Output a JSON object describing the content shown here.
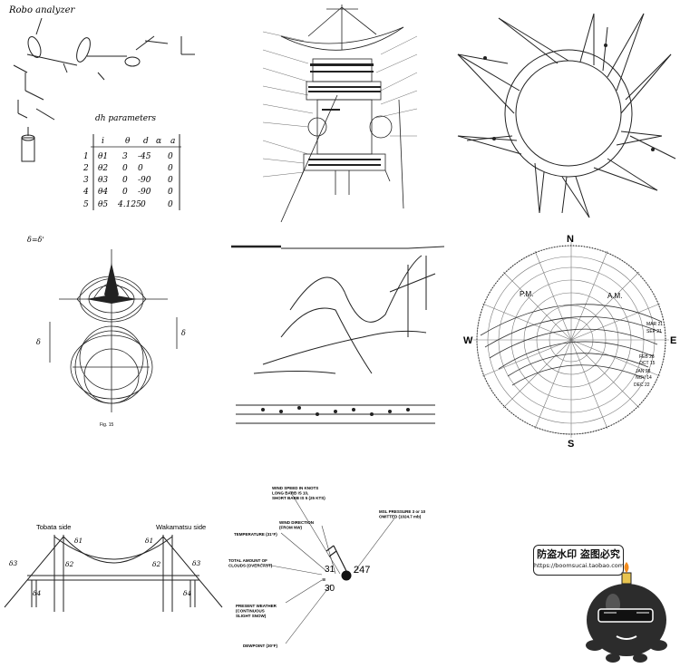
{
  "robot": {
    "title": "Robo analyzer",
    "table_title": "dh parameters",
    "headers": [
      "i",
      "θ",
      "d",
      "α",
      "a"
    ],
    "rows": [
      [
        "1",
        "θ1",
        "3",
        "-45",
        "0"
      ],
      [
        "2",
        "θ2",
        "0",
        "0",
        "0"
      ],
      [
        "3",
        "θ3",
        "0",
        "-90",
        "0"
      ],
      [
        "4",
        "θ4",
        "0",
        "-90",
        "0"
      ],
      [
        "5",
        "θ5",
        "4.125",
        "0",
        "0"
      ]
    ]
  },
  "sundial": {
    "cardinal": {
      "n": "N",
      "s": "S",
      "e": "E",
      "w": "W"
    },
    "pm": "P.M.",
    "am": "A.M.",
    "dates": [
      "MAR 21",
      "SEP 21",
      "FEB 28",
      "OCT 15",
      "JAN 28",
      "NOV 14",
      "DEC 22"
    ]
  },
  "shape": {
    "label": "δ=δ'",
    "fig": "Fig. 15"
  },
  "bridge": {
    "left_label": "Tobata side",
    "right_label": "Wakamatsu side",
    "labels": [
      "δ1",
      "δ1",
      "δ2",
      "δ2",
      "δ3",
      "δ3",
      "δ4",
      "δ4"
    ]
  },
  "station": {
    "wind_speed": "WIND SPEED IN KNOTS\nLONG BARB IS 10,\nSHORT BARB IS 5 (25 KTS)",
    "wind_dir": "WIND DIRECTION\n(FROM NW)",
    "temp": "TEMPERATURE (31°F)",
    "cloud": "TOTAL AMOUNT OF\nCLOUDS (OVERCAST)",
    "weather": "PRESENT WEATHER\n(CONTINUOUS\nSLIGHT SNOW)",
    "dewpoint": "DEWPOINT (30°F)",
    "pressure": "MSL PRESSURE 3 or 10\nOMITTED (1024.7 mb)",
    "temp_value": "31",
    "dew_value": "30",
    "pressure_value": "247"
  },
  "watermark": {
    "line1": "防盗水印 盗图必究",
    "line2": "https://boomsucai.taobao.com"
  }
}
